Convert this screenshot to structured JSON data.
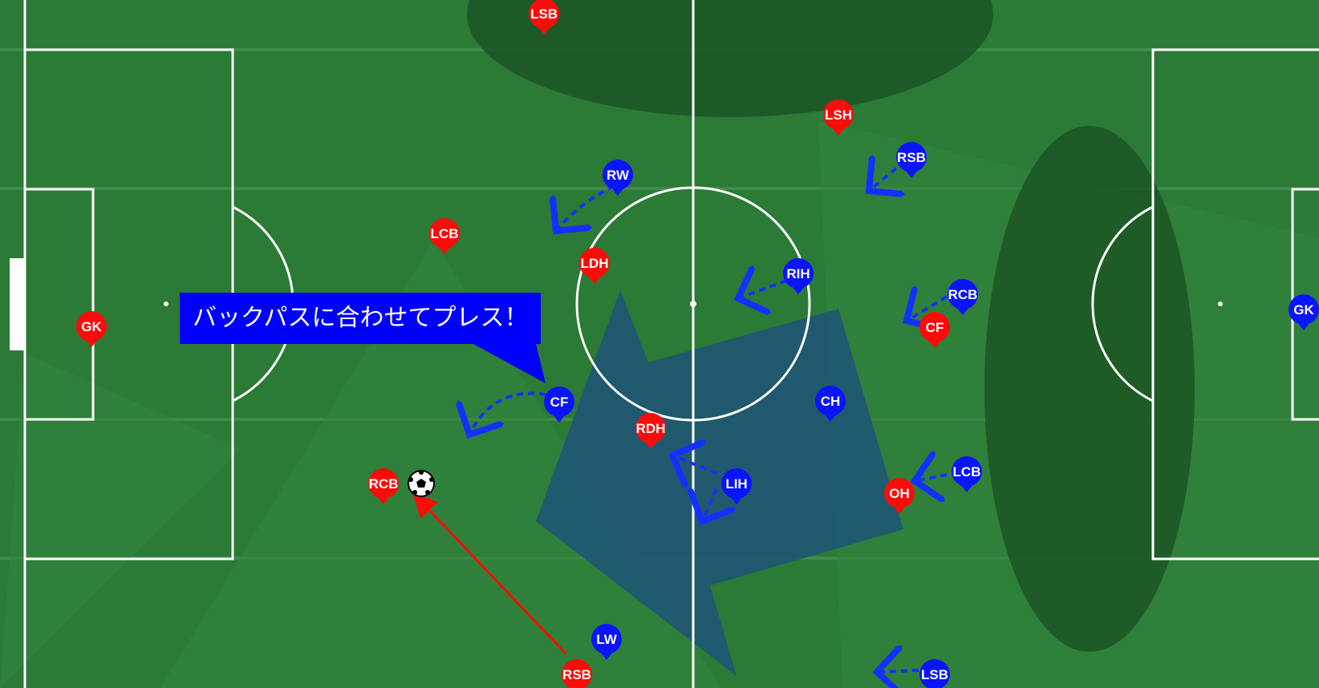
{
  "colors": {
    "pitch": "#2b7a36",
    "stripe_dark": "#276f31",
    "zone_dark": "#1c5525",
    "press_area": "#1f5574",
    "lines": "#ffffff",
    "home_team": "#ff0a0a",
    "away_team": "#0a14ff",
    "callout_bg": "#0000ff",
    "pass_arrow": "#ff0a0a",
    "run_arrow": "#1430ff"
  },
  "callout": {
    "text": "バックパスに合わせてプレス！"
  },
  "red_team": [
    {
      "role": "LSB"
    },
    {
      "role": "LSH"
    },
    {
      "role": "LCB"
    },
    {
      "role": "LDH"
    },
    {
      "role": "GK"
    },
    {
      "role": "RDH"
    },
    {
      "role": "RCB"
    },
    {
      "role": "RSB"
    },
    {
      "role": "CF"
    },
    {
      "role": "OH"
    }
  ],
  "blue_team": [
    {
      "role": "RW"
    },
    {
      "role": "RSB"
    },
    {
      "role": "RIH"
    },
    {
      "role": "RCB"
    },
    {
      "role": "GK"
    },
    {
      "role": "CF"
    },
    {
      "role": "CH"
    },
    {
      "role": "LIH"
    },
    {
      "role": "LCB"
    },
    {
      "role": "LW"
    },
    {
      "role": "LSB"
    }
  ],
  "ball": {
    "icon": "soccer-ball-icon"
  }
}
